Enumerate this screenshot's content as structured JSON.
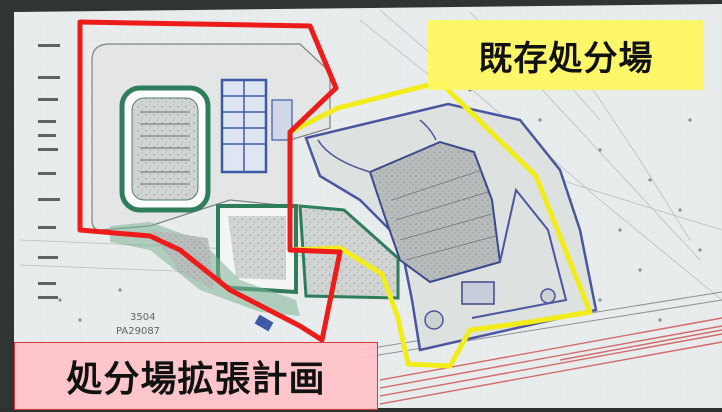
{
  "labels": {
    "existing_landfill": "既存処分場",
    "expansion_plan": "処分場拡張計画"
  },
  "map_annotations": {
    "parcel_number": "3504",
    "parcel_code": "PA29087"
  },
  "colors": {
    "existing_outline": "#f2ec1a",
    "expansion_outline": "#ee1b1b",
    "existing_label_bg": "#fff860",
    "expansion_label_bg": "#ffc4c8",
    "drawing_paper": "#e9ecec",
    "rail_lines": "#d46a6a"
  }
}
